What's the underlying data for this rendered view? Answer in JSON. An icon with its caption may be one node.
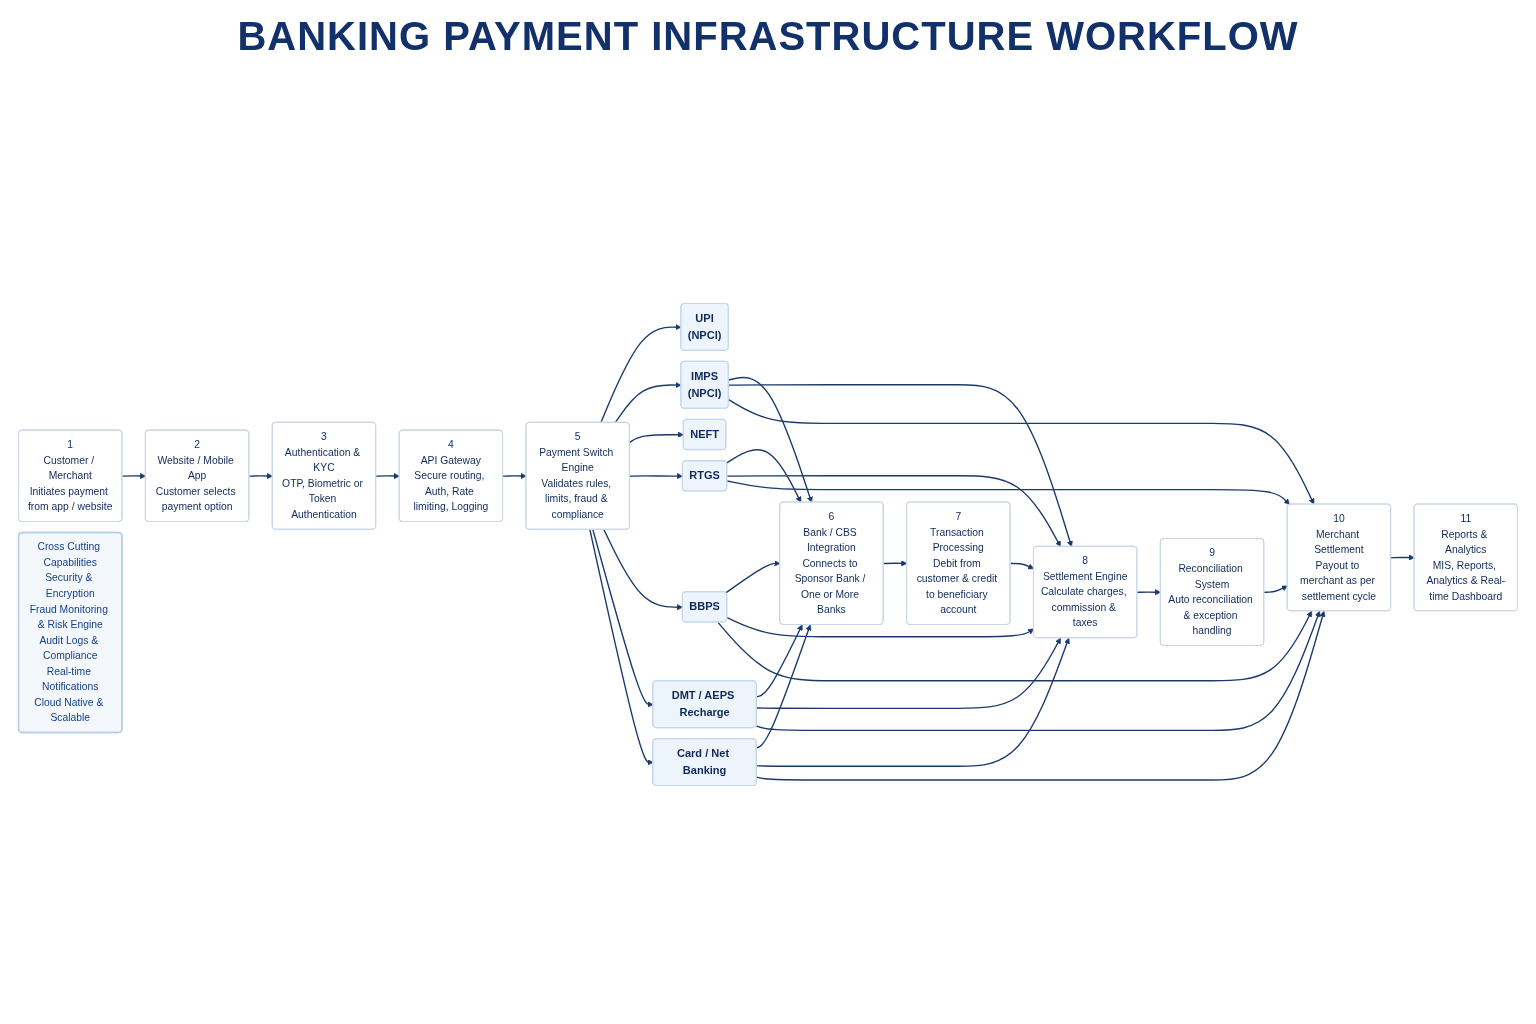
{
  "diagram": {
    "title": "BANKING PAYMENT INFRASTRUCTURE WORKFLOW",
    "nodes": [
      {
        "text": [
          "1",
          "Customer / Merchant",
          "Initiates payment from app / website"
        ]
      },
      {
        "text": [
          "2",
          "Website / Mobile App",
          "Customer selects payment option"
        ]
      },
      {
        "text": [
          "3",
          "Authentication & KYC",
          "OTP, Biometric or Token Authentication"
        ]
      },
      {
        "text": [
          "4",
          "API Gateway",
          "Secure routing, Auth, Rate limiting, Logging"
        ]
      },
      {
        "text": [
          "5",
          "Payment Switch Engine",
          "Validates rules, limits, fraud & compliance"
        ]
      },
      {
        "text": [
          "UPI",
          "(NPCI)"
        ]
      },
      {
        "text": [
          "IMPS",
          "(NPCI)"
        ]
      },
      {
        "text": [
          "NEFT"
        ]
      },
      {
        "text": [
          "RTGS"
        ]
      },
      {
        "text": [
          "BBPS"
        ]
      },
      {
        "text": [
          "DMT / AEPS Recharge"
        ]
      },
      {
        "text": [
          "Card / Net Banking"
        ]
      },
      {
        "text": [
          "6",
          "Bank / CBS Integration",
          "Connects to Sponsor Bank / One or More Banks"
        ]
      },
      {
        "text": [
          "7",
          "Transaction Processing",
          "Debit from customer & credit to beneficiary account"
        ]
      },
      {
        "text": [
          "8",
          "Settlement Engine",
          "Calculate charges, commission & taxes"
        ]
      },
      {
        "text": [
          "9",
          "Reconciliation System",
          "Auto reconciliation & exception handling"
        ]
      },
      {
        "text": [
          "10",
          "Merchant Settlement",
          "Payout to merchant as per settlement cycle"
        ]
      },
      {
        "text": [
          "11",
          "Reports & Analytics",
          "MIS, Reports, Analytics & Real-time Dashboard"
        ]
      },
      {
        "text": [
          "Cross Cutting Capabilities",
          "Security & Encryption",
          "Fraud Monitoring & Risk Engine",
          "Audit Logs & Compliance",
          "Real-time Notifications",
          "Cloud Native & Scalable"
        ]
      }
    ],
    "edges": [
      {
        "from": 0,
        "to": 1,
        "arrow": "to"
      },
      {
        "from": 1,
        "to": 2,
        "arrow": "to"
      },
      {
        "from": 2,
        "to": 3,
        "arrow": "to"
      },
      {
        "from": 3,
        "to": 4,
        "arrow": "to"
      },
      {
        "from": 4,
        "to": 5,
        "arrow": "to"
      },
      {
        "from": 4,
        "to": 6,
        "arrow": "to"
      },
      {
        "from": 4,
        "to": 7,
        "arrow": "to"
      },
      {
        "from": 4,
        "to": 8,
        "arrow": "to"
      },
      {
        "from": 4,
        "to": 9,
        "arrow": "to"
      },
      {
        "from": 4,
        "to": 10,
        "arrow": "to"
      },
      {
        "from": 4,
        "to": 11,
        "arrow": "to"
      },
      {
        "from": 6,
        "to": 12,
        "arrow": "to"
      },
      {
        "from": 6,
        "to": 14,
        "arrow": "to"
      },
      {
        "from": 6,
        "to": 16,
        "arrow": "to"
      },
      {
        "from": 8,
        "to": 12,
        "arrow": "to"
      },
      {
        "from": 8,
        "to": 14,
        "arrow": "to"
      },
      {
        "from": 8,
        "to": 16,
        "arrow": "to"
      },
      {
        "from": 9,
        "to": 12,
        "arrow": "to"
      },
      {
        "from": 9,
        "to": 14,
        "arrow": "to"
      },
      {
        "from": 9,
        "to": 16,
        "arrow": "to"
      },
      {
        "from": 10,
        "to": 12,
        "arrow": "to"
      },
      {
        "from": 10,
        "to": 14,
        "arrow": "to"
      },
      {
        "from": 10,
        "to": 16,
        "arrow": "to"
      },
      {
        "from": 11,
        "to": 12,
        "arrow": "to"
      },
      {
        "from": 11,
        "to": 14,
        "arrow": "to"
      },
      {
        "from": 11,
        "to": 16,
        "arrow": "to"
      },
      {
        "from": 12,
        "to": 13,
        "arrow": "to"
      },
      {
        "from": 13,
        "to": 14,
        "arrow": "to"
      },
      {
        "from": 14,
        "to": 15,
        "arrow": "to"
      },
      {
        "from": 15,
        "to": 16,
        "arrow": "to"
      },
      {
        "from": 16,
        "to": 17,
        "arrow": "to"
      }
    ]
  }
}
